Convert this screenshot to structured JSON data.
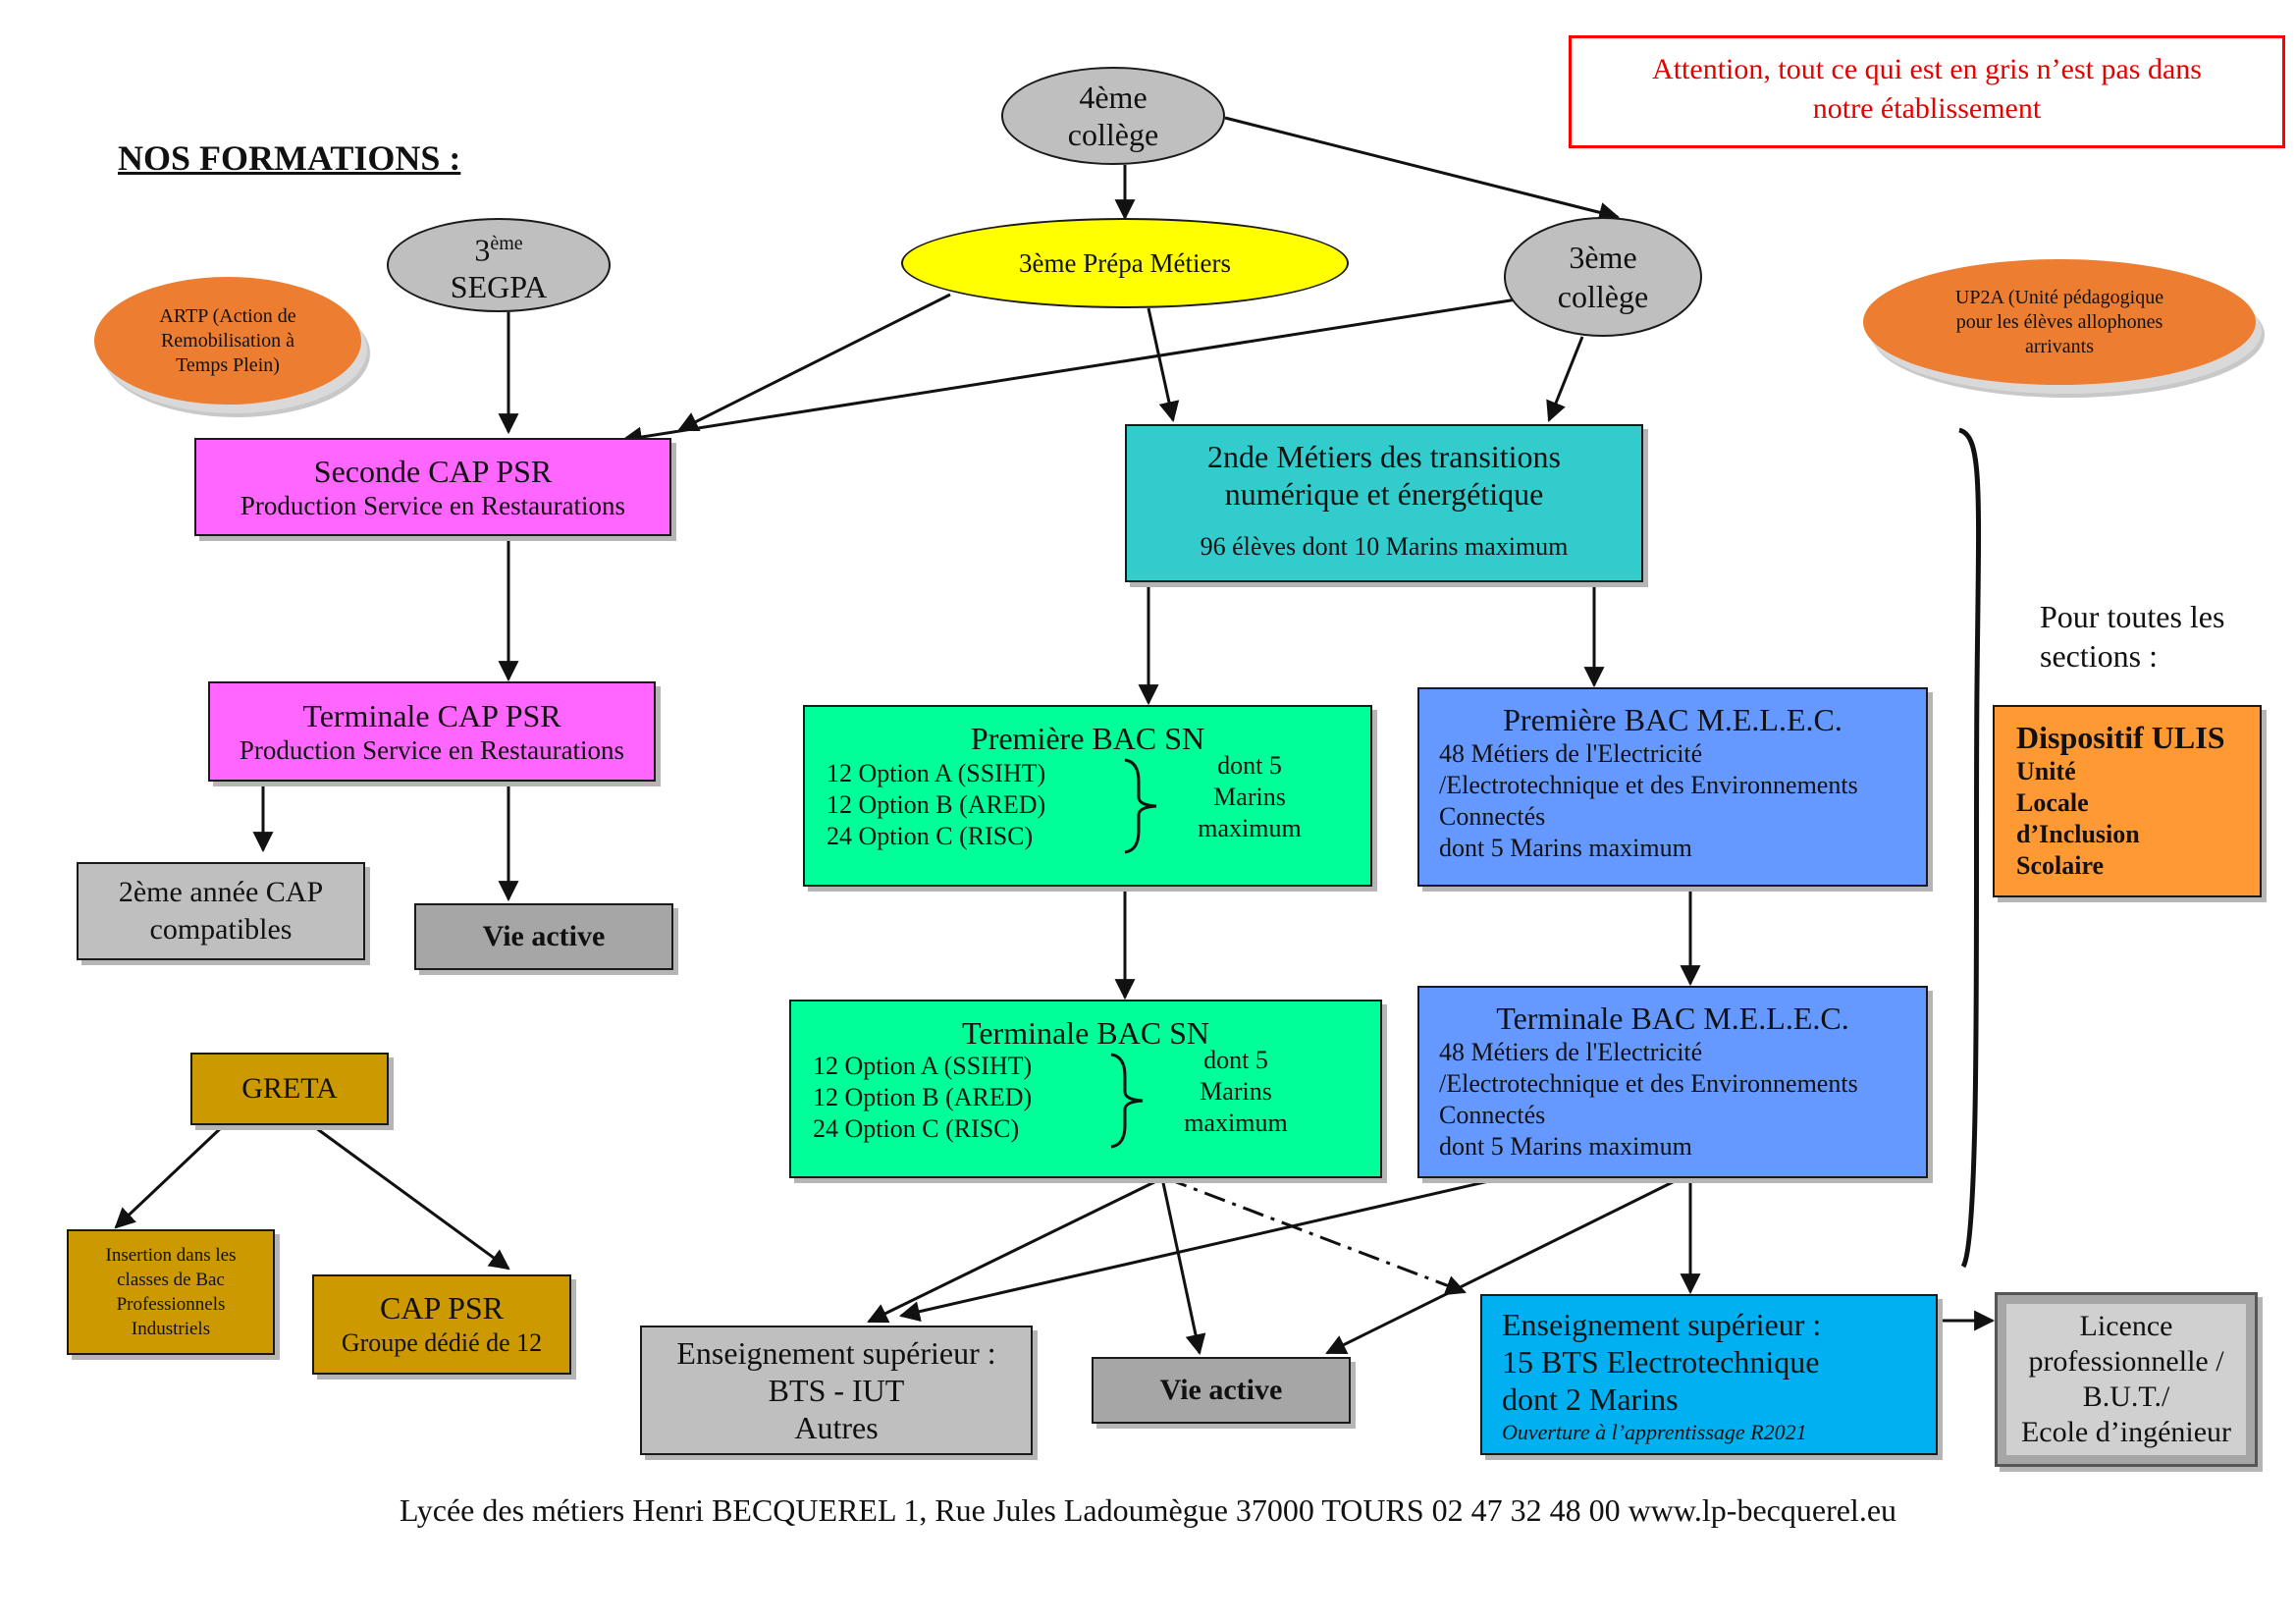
{
  "title": "NOS FORMATIONS :",
  "warning": {
    "line1": "Attention, tout ce qui est en gris n’est pas dans",
    "line2": "notre établissement"
  },
  "nodes": {
    "quatrieme": {
      "l1": "4ème",
      "l2": "collège"
    },
    "troisieme_segpa": {
      "num": "3",
      "sup": "ème",
      "l2": "SEGPA"
    },
    "prepa": {
      "label": "3ème Prépa Métiers"
    },
    "troisieme_college": {
      "l1": "3ème",
      "l2": "collège"
    },
    "artp": {
      "l1": "ARTP (Action de",
      "l2": "Remobilisation à",
      "l3": "Temps Plein)"
    },
    "up2a": {
      "l1": "UP2A (Unité  pédagogique",
      "l2": "pour les élèves allophones",
      "l3": "arrivants"
    },
    "seconde_cap": {
      "title": "Seconde CAP PSR",
      "sub": "Production Service en Restaurations"
    },
    "terminale_cap": {
      "title": "Terminale CAP PSR",
      "sub": "Production Service en Restaurations"
    },
    "deuxieme_cap": {
      "l1": "2ème année CAP",
      "l2": "compatibles"
    },
    "vie_active_1": {
      "label": "Vie active"
    },
    "greta": {
      "label": "GRETA"
    },
    "insertion": {
      "l1": "Insertion dans les",
      "l2": "classes de Bac",
      "l3": "Professionnels",
      "l4": "Industriels"
    },
    "cap_psr": {
      "l1": "CAP PSR",
      "l2": "Groupe dédié de 12"
    },
    "seconde_mtne": {
      "l1": "2nde Métiers des transitions",
      "l2": "numérique et énergétique",
      "l3": "96 élèves dont 10 Marins maximum"
    },
    "premiere_sn": {
      "title": "Première BAC SN",
      "opt1": "12 Option A (SSIHT)",
      "opt2": "12 Option B (ARED)",
      "opt3": "24 Option C (RISC)",
      "n1": "dont 5",
      "n2": "Marins",
      "n3": "maximum"
    },
    "terminale_sn": {
      "title": "Terminale BAC SN",
      "opt1": "12 Option A (SSIHT)",
      "opt2": "12 Option B (ARED)",
      "opt3": "24 Option C (RISC)",
      "n1": "dont 5",
      "n2": "Marins",
      "n3": "maximum"
    },
    "premiere_melec": {
      "title": "Première BAC  M.E.L.E.C.",
      "l1": "48 Métiers de l'Electricité",
      "l2": "/Electrotechnique et des Environnements",
      "l3": "Connectés",
      "l4": "dont 5 Marins maximum"
    },
    "terminale_melec": {
      "title": "Terminale BAC  M.E.L.E.C.",
      "l1": "48 Métiers de l'Electricité",
      "l2": "/Electrotechnique et des Environnements",
      "l3": "Connectés",
      "l4": "dont 5 Marins maximum"
    },
    "ens_sup_gris": {
      "l1": "Enseignement supérieur :",
      "l2": "BTS - IUT",
      "l3": "Autres"
    },
    "vie_active_2": {
      "label": "Vie active"
    },
    "ens_sup_bts": {
      "l1": "Enseignement  supérieur :",
      "l2": "15 BTS Electrotechnique",
      "l3": "dont 2 Marins",
      "l4": "Ouverture à l’apprentissage R2021"
    },
    "licence": {
      "l1": "Licence",
      "l2": "professionnelle /",
      "l3": "B.U.T./",
      "l4": "Ecole d’ingénieur"
    }
  },
  "sidebar": {
    "heading_l1": "Pour toutes les",
    "heading_l2": "sections :",
    "ulis_title": "Dispositif ULIS",
    "ulis_l1": "Unité",
    "ulis_l2": "Locale",
    "ulis_l3": "d’Inclusion",
    "ulis_l4": "Scolaire"
  },
  "colors": {
    "grey": "#bfbfbf",
    "dark_grey": "#a6a6a6",
    "magenta": "#ff66ff",
    "teal": "#33cccc",
    "green": "#00ff99",
    "blue": "#6699ff",
    "cyan": "#00b0f0",
    "gold": "#cc9900",
    "orange": "#ff9933",
    "yellow": "#ffff00",
    "red": "#ff0000"
  },
  "footer": "Lycée des métiers Henri BECQUEREL 1, Rue Jules Ladoumègue 37000 TOURS 02 47 32 48 00 www.lp-becquerel.eu"
}
